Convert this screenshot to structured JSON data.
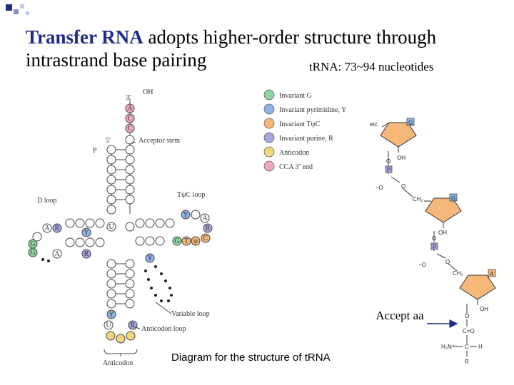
{
  "title": {
    "highlight": "Transfer RNA",
    "rest1": " adopts higher-order structure through",
    "line2": "intrastrand base pairing"
  },
  "subtitle": "tRNA: 73~94 nucleotides",
  "caption": "Diagram for the structure of tRNA",
  "accept_label": "Accept aa",
  "legend": [
    {
      "label": "Invariant G",
      "color": "#8fd6a0"
    },
    {
      "label": "Invariant pyrimidine, Y",
      "color": "#8fb4e6"
    },
    {
      "label": "Invariant TψC",
      "color": "#f5b87a"
    },
    {
      "label": "Invariant purine, R",
      "color": "#a8a8e0"
    },
    {
      "label": "Anticodon",
      "color": "#f5d77a"
    },
    {
      "label": "CCA 3’ end",
      "color": "#f0a8c0"
    }
  ],
  "trna_labels": {
    "oh": "OH",
    "three_prime": "3′",
    "five_prime": "5′",
    "p": "P",
    "acceptor_stem": "Acceptor stem",
    "d_loop": "D loop",
    "tpsic_loop": "TψC loop",
    "variable_loop": "Variable loop",
    "anticodon_loop": "Anticodon loop",
    "anticodon": "Anticodon"
  },
  "bases": {
    "a": "A",
    "c": "C",
    "g": "G",
    "u": "U",
    "y": "Y",
    "r": "R",
    "t": "T",
    "psi": "ψ"
  },
  "chem": {
    "etc": "etc.",
    "g": "G",
    "a": "A",
    "oh": "OH",
    "o": "O",
    "o_minus": "−O",
    "p": "P",
    "ch2": "CH₂",
    "c_eq_o": "C=O",
    "h3n": "H₃N⁺",
    "c": "C",
    "h": "H",
    "r": "R"
  }
}
